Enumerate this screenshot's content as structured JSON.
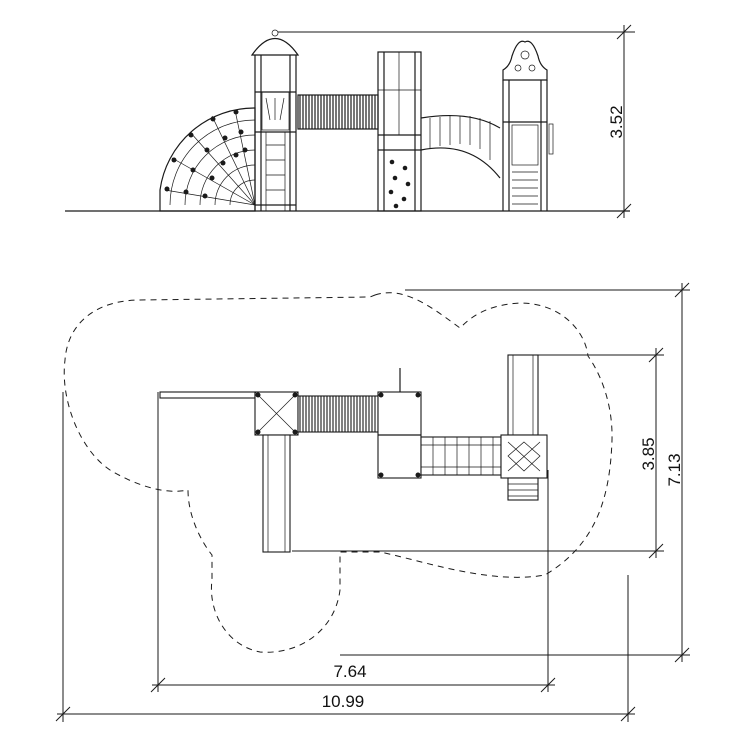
{
  "elevation": {
    "height_label": "3.52"
  },
  "plan": {
    "depth_inner_label": "3.85",
    "depth_outer_label": "7.13",
    "width_inner_label": "7.64",
    "width_outer_label": "10.99"
  }
}
